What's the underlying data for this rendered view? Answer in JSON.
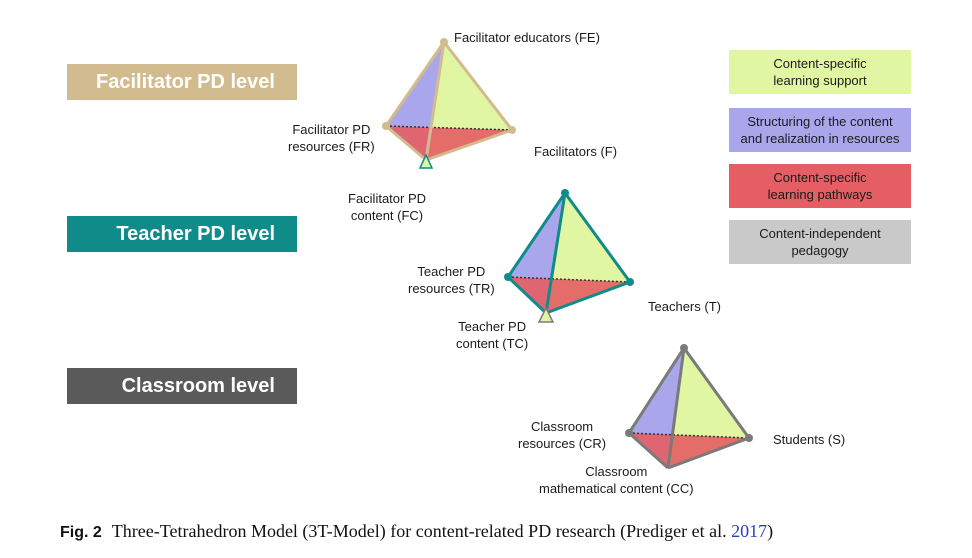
{
  "levels": {
    "facilitator": "Facilitator PD level",
    "teacher": "Teacher PD level",
    "classroom": "Classroom level"
  },
  "legend": [
    {
      "label": "Content-specific\nlearning support",
      "color": "#e1f6a3"
    },
    {
      "label": "Structuring of the content\nand realization in resources",
      "color": "#a9a6ec"
    },
    {
      "label": "Content-specific\nlearning pathways",
      "color": "#e45e63"
    },
    {
      "label": "Content-independent\npedagogy",
      "color": "#c9c9c9"
    }
  ],
  "vertices": {
    "fe": "Facilitator educators (FE)",
    "fr": "Facilitator PD\nresources (FR)",
    "f": "Facilitators (F)",
    "fc": "Facilitator PD\ncontent (FC)",
    "tr": "Teacher PD\nresources (TR)",
    "t": "Teachers (T)",
    "tc": "Teacher PD\ncontent (TC)",
    "cr": "Classroom\nresources (CR)",
    "s": "Students (S)",
    "cc": "Classroom\nmathematical content (CC)"
  },
  "caption": {
    "fig": "Fig. 2",
    "text": "Three-Tetrahedron Model (3T-Model) for content-related PD research (Prediger et al. ",
    "year": "2017",
    "close": ")"
  },
  "colors": {
    "facilitator": "#d2bb8e",
    "teacher": "#0f8c8a",
    "classroom": "#5a5a5a",
    "face_green": "#e1f6a3",
    "face_purple": "#a9a6ec",
    "face_red": "#e45e63"
  }
}
